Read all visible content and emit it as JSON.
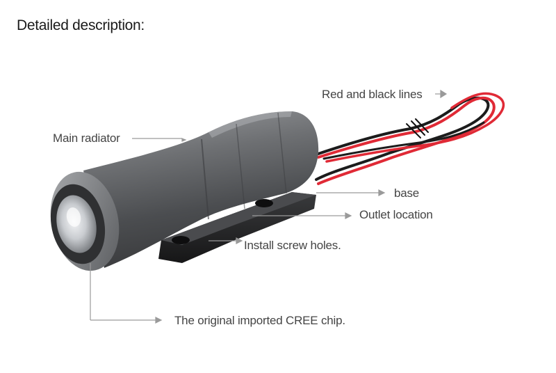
{
  "heading": "Detailed description:",
  "callouts": {
    "red_black_lines": "Red and black lines",
    "main_radiator": "Main radiator",
    "base": "base",
    "outlet_location": "Outlet location",
    "install_screw_holes": "Install screw holes.",
    "cree_chip": "The original imported CREE chip."
  },
  "colors": {
    "text": "#444444",
    "leader": "#9a9a9a",
    "body_metal": "#6d6f72",
    "wire_red": "#e02a36",
    "wire_black": "#1c1c1c"
  }
}
